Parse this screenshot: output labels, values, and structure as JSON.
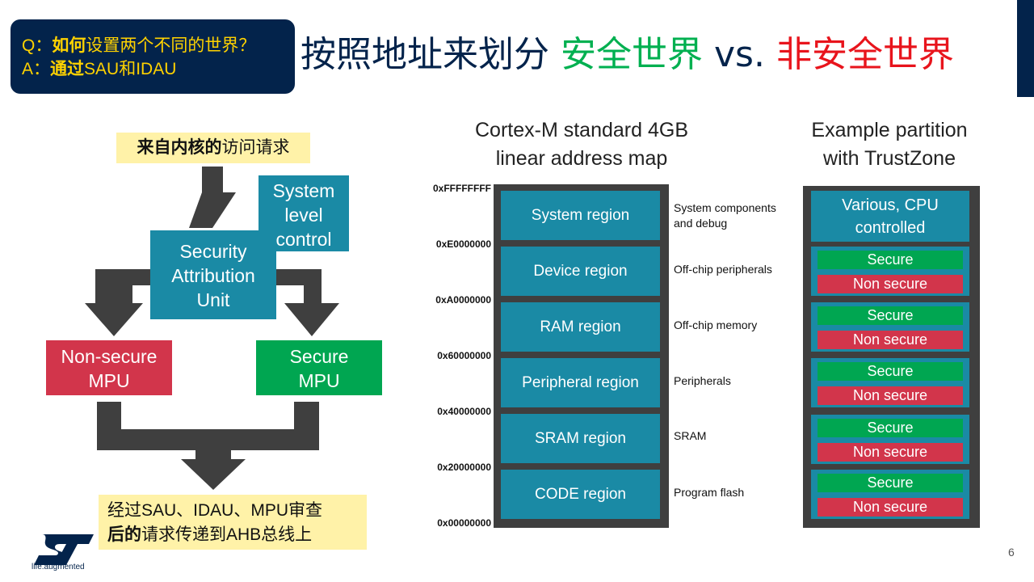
{
  "header": {
    "q_prefix": "Q：",
    "q_bold": "如何",
    "q_rest": "设置两个不同的世界？",
    "a_prefix": "A：",
    "a_bold": "通过",
    "a_rest": "SAU和IDAU",
    "title_main": "按照地址来划分",
    "title_secure": "安全世界",
    "title_vs": "vs.",
    "title_nonsecure": "非安全世界"
  },
  "flow": {
    "core_bold": "来自内核的",
    "core_rest": "访问请求",
    "sau_lines": [
      "Security",
      "Attribution",
      "Unit"
    ],
    "slc_lines": [
      "System",
      "level",
      "control"
    ],
    "ns_mpu_lines": [
      "Non-secure",
      "MPU"
    ],
    "s_mpu_lines": [
      "Secure",
      "MPU"
    ],
    "out_line1": "经过SAU、IDAU、MPU审查",
    "out_line2_bold": "后的",
    "out_line2_rest": "请求传递到AHB总线上"
  },
  "address_map": {
    "title_lines": [
      "Cortex-M standard 4GB",
      "linear address map"
    ],
    "regions": [
      "System region",
      "Device region",
      "RAM region",
      "Peripheral region",
      "SRAM region",
      "CODE region"
    ],
    "addresses": [
      "0xFFFFFFFF",
      "0xE0000000",
      "0xA0000000",
      "0x60000000",
      "0x40000000",
      "0x20000000",
      "0x00000000"
    ],
    "descriptions": [
      "System components and debug",
      "Off-chip peripherals",
      "Off-chip memory",
      "Peripherals",
      "SRAM",
      "Program flash"
    ]
  },
  "partition": {
    "title_lines": [
      "Example partition",
      "with TrustZone"
    ],
    "cpu_lines": [
      "Various, CPU",
      "controlled"
    ],
    "secure_label": "Secure",
    "nonsecure_label": "Non secure"
  },
  "footer": {
    "tagline": "life.augmented",
    "page_number": "6"
  },
  "colors": {
    "navy": "#03234b",
    "teal": "#1a8aa5",
    "secure_green": "#00a651",
    "nonsecure_red": "#d2354b",
    "title_green": "#00b050",
    "title_red": "#e8141c",
    "callout_yellow": "#fff2a8"
  }
}
